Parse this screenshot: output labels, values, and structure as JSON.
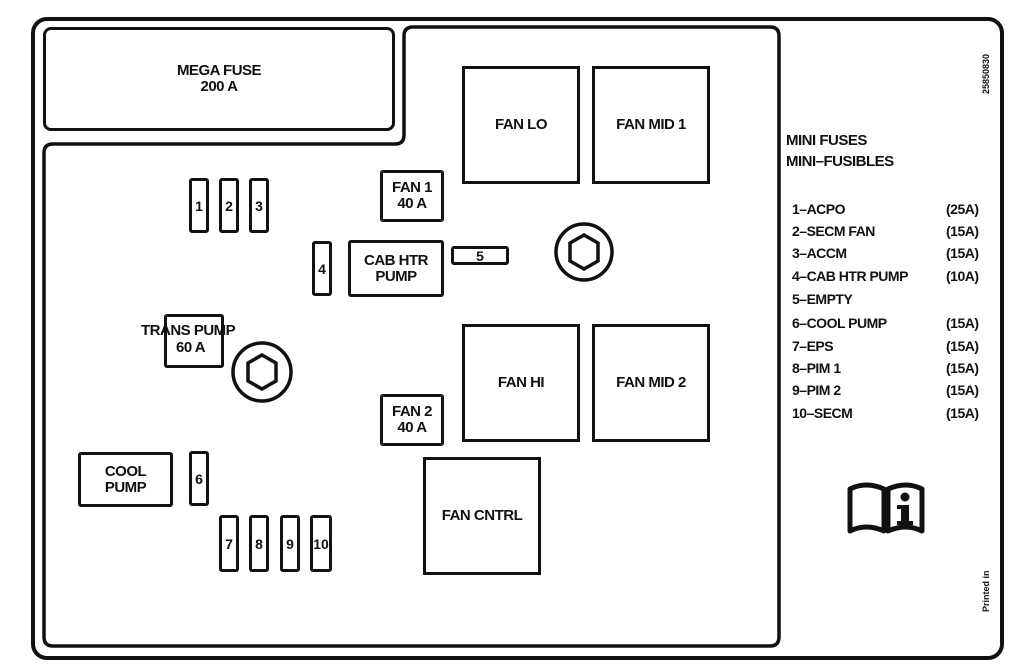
{
  "diagram": {
    "mega_fuse": {
      "line1": "MEGA FUSE",
      "line2": "200 A"
    },
    "relays": {
      "fan_lo": "FAN LO",
      "fan_mid_1": "FAN MID 1",
      "fan_hi": "FAN HI",
      "fan_mid_2": "FAN MID 2",
      "fan_cntrl": "FAN CNTRL"
    },
    "cab_htr_pump": {
      "line1": "CAB HTR",
      "line2": "PUMP"
    },
    "cool_pump": {
      "line1": "COOL",
      "line2": "PUMP"
    },
    "fan_1": {
      "line1": "FAN 1",
      "line2": "40 A"
    },
    "fan_2": {
      "line1": "FAN 2",
      "line2": "40 A"
    },
    "trans_pump": {
      "line1": "TRANS PUMP",
      "line2": "60 A"
    },
    "mini_fuse_numbers": [
      "1",
      "2",
      "3",
      "4",
      "5",
      "6",
      "7",
      "8",
      "9",
      "10"
    ]
  },
  "legend": {
    "title1": "MINI FUSES",
    "title2": "MINI–FUSIBLES",
    "items": [
      {
        "name": "1–ACPO",
        "amps": "(25A)"
      },
      {
        "name": "2–SECM FAN",
        "amps": "(15A)"
      },
      {
        "name": "3–ACCM",
        "amps": "(15A)"
      },
      {
        "name": "4–CAB HTR PUMP",
        "amps": "(10A)"
      },
      {
        "name": "5–EMPTY",
        "amps": ""
      },
      {
        "name": "6–COOL PUMP",
        "amps": "(15A)"
      },
      {
        "name": "7–EPS",
        "amps": "(15A)"
      },
      {
        "name": "8–PIM 1",
        "amps": "(15A)"
      },
      {
        "name": "9–PIM 2",
        "amps": "(15A)"
      },
      {
        "name": "10–SECM",
        "amps": "(15A)"
      }
    ]
  },
  "part_number": "25850830",
  "printed_in": "Printed in",
  "icons": {
    "manual": "manual-info-icon",
    "bolt": "hex-bolt-icon"
  }
}
